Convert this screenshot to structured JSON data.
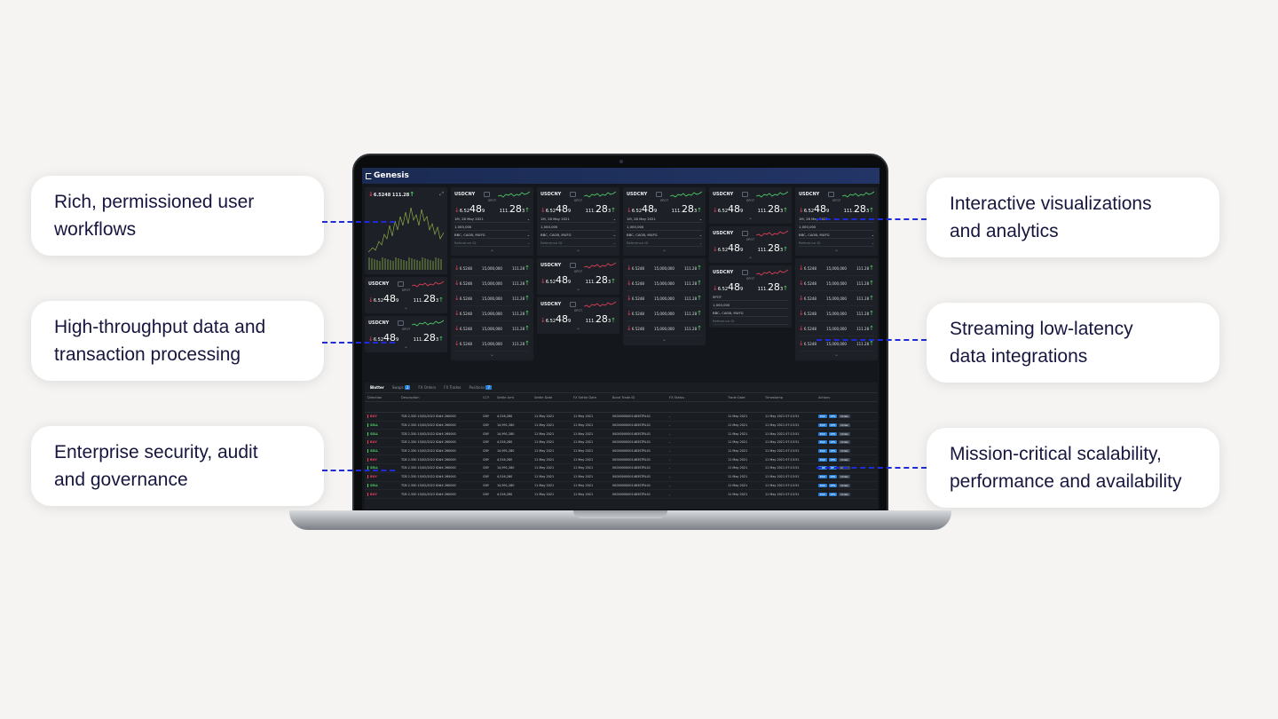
{
  "callouts": {
    "rich_workflows": [
      "Rich, permissioned user",
      "workflows"
    ],
    "high_throughput": [
      "High-throughput data and",
      "transaction processing"
    ],
    "security": [
      "Enterprise security, audit",
      "and governance"
    ],
    "visualizations": [
      "Interactive visualizations",
      "and analytics"
    ],
    "streaming": [
      "Streaming low-latency",
      "data integrations"
    ],
    "scalability": [
      "Mission-critical scalability,",
      "performance and availability"
    ]
  },
  "colors": {
    "dash": "#1f2bd8",
    "buy": "#e8415b",
    "sell": "#4fd36a",
    "brand_bar": "#1a2a52"
  },
  "app": {
    "logo": "Genesis",
    "tile": {
      "pair": "USDCNY",
      "tenor": "SPOT",
      "bid_pre": "6.52",
      "bid_big": "48",
      "bid_post": "9",
      "ask_pre": "111.",
      "ask_big": "28",
      "ask_post": "3",
      "date": "1M, 28 May 2021",
      "amount": "1,000,000",
      "accounts": "BBC, CAOB, MUFG",
      "ref": "Reference ID",
      "ladder_bid": "6.5248",
      "ladder_qty": "15,000,000",
      "ladder_ask": "111.28"
    },
    "chart_tile": {
      "bid": "6.5248",
      "ask": "111.28"
    },
    "blotter": {
      "tab_active": "Blotter",
      "tabs": [
        "Swaps",
        "FX Orders",
        "FX Trades",
        "Positions"
      ],
      "columns": [
        "Direction",
        "Description",
        "CCY",
        "Settle Amt",
        "Settle Date",
        "FX Settle Date",
        "Bond Trade ID",
        "FX Status",
        "Trade Date",
        "Timestamp",
        "Actions"
      ],
      "rows": [
        {
          "dir": "BUY",
          "desc": "TCB 2.330 15/02/2022 ID#4 260000",
          "ccy": "CNY",
          "amt": "4,516,280",
          "sd": "11 May 2021",
          "fxsd": "11 May 2021",
          "id": "00000000001483STRL01",
          "st": "-",
          "td": "11 May 2021",
          "ts": "11 May 2021 07:13:51"
        },
        {
          "dir": "SELL",
          "desc": "TCB 2.330 15/02/2022 ID#4 260000",
          "ccy": "CNY",
          "amt": "14,991,280",
          "sd": "11 May 2021",
          "fxsd": "11 May 2021",
          "id": "00000000001483STRL01",
          "st": "-",
          "td": "11 May 2021",
          "ts": "11 May 2021 07:13:51"
        },
        {
          "dir": "SELL",
          "desc": "TCB 2.330 15/02/2022 ID#4 260000",
          "ccy": "CNY",
          "amt": "14,991,280",
          "sd": "11 May 2021",
          "fxsd": "11 May 2021",
          "id": "00000000001483STRL01",
          "st": "-",
          "td": "11 May 2021",
          "ts": "11 May 2021 07:13:51"
        },
        {
          "dir": "BUY",
          "desc": "TCB 2.330 15/02/2022 ID#4 260000",
          "ccy": "CNY",
          "amt": "4,516,280",
          "sd": "11 May 2021",
          "fxsd": "11 May 2021",
          "id": "00000000001483STRL01",
          "st": "-",
          "td": "11 May 2021",
          "ts": "11 May 2021 07:13:51"
        },
        {
          "dir": "SELL",
          "desc": "TCB 2.330 15/02/2022 ID#4 260000",
          "ccy": "CNY",
          "amt": "14,991,280",
          "sd": "11 May 2021",
          "fxsd": "11 May 2021",
          "id": "00000000001483STRL01",
          "st": "-",
          "td": "11 May 2021",
          "ts": "11 May 2021 07:13:51"
        },
        {
          "dir": "BUY",
          "desc": "TCB 2.330 15/02/2022 ID#4 260000",
          "ccy": "CNY",
          "amt": "4,516,280",
          "sd": "11 May 2021",
          "fxsd": "11 May 2021",
          "id": "00000000001483STRL01",
          "st": "-",
          "td": "11 May 2021",
          "ts": "11 May 2021 07:13:51"
        },
        {
          "dir": "SELL",
          "desc": "TCB 2.330 15/02/2022 ID#4 260000",
          "ccy": "CNY",
          "amt": "14,991,280",
          "sd": "11 May 2021",
          "fxsd": "11 May 2021",
          "id": "00000000001483STRL01",
          "st": "-",
          "td": "11 May 2021",
          "ts": "11 May 2021 07:13:51"
        },
        {
          "dir": "BUY",
          "desc": "TCB 2.330 15/02/2022 ID#4 260000",
          "ccy": "CNY",
          "amt": "4,516,280",
          "sd": "11 May 2021",
          "fxsd": "11 May 2021",
          "id": "00000000001483STRL01",
          "st": "-",
          "td": "11 May 2021",
          "ts": "11 May 2021 07:13:51"
        },
        {
          "dir": "SELL",
          "desc": "TCB 2.330 15/02/2022 ID#4 260000",
          "ccy": "CNY",
          "amt": "14,991,280",
          "sd": "11 May 2021",
          "fxsd": "11 May 2021",
          "id": "00000000001483STRL01",
          "st": "-",
          "td": "11 May 2021",
          "ts": "11 May 2021 07:13:51"
        },
        {
          "dir": "BUY",
          "desc": "TCB 2.330 15/02/2022 ID#4 260000",
          "ccy": "CNY",
          "amt": "4,516,280",
          "sd": "11 May 2021",
          "fxsd": "11 May 2021",
          "id": "00000000001483STRL01",
          "st": "-",
          "td": "11 May 2021",
          "ts": "11 May 2021 07:13:51"
        }
      ],
      "actions": [
        "ESP",
        "RFS",
        "Order"
      ]
    }
  }
}
